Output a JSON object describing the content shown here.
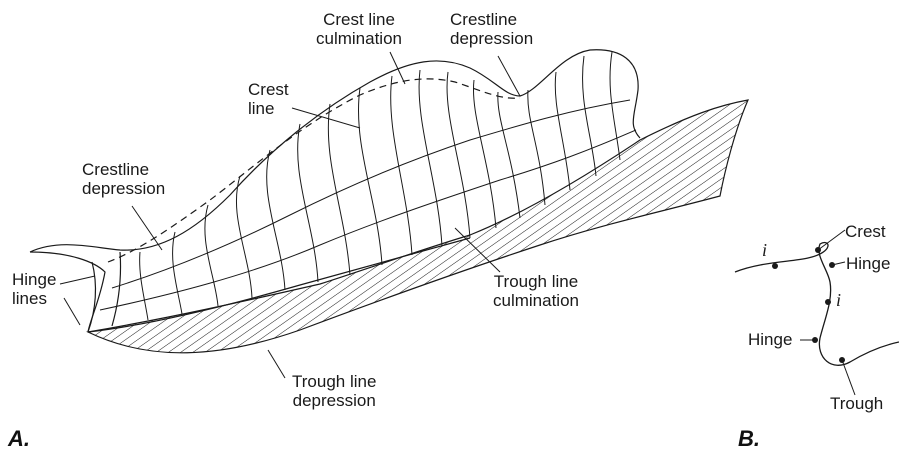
{
  "panel_a": {
    "panel_label": "A.",
    "labels": {
      "crest_line_culmination": [
        "Crest line",
        "culmination"
      ],
      "crestline_depression_top": [
        "Crestline",
        "depression"
      ],
      "crest_line": [
        "Crest",
        "line"
      ],
      "crestline_depression_left": [
        "Crestline",
        "depression"
      ],
      "hinge_lines": [
        "Hinge",
        "lines"
      ],
      "trough_line_culmination": [
        "Trough line",
        "culmination"
      ],
      "trough_line_depression": [
        "Trough line",
        "depression"
      ]
    }
  },
  "panel_b": {
    "panel_label": "B.",
    "labels": {
      "crest": "Crest",
      "hinge_right": "Hinge",
      "hinge_left": "Hinge",
      "trough": "Trough",
      "inflection_1": "i",
      "inflection_2": "i"
    }
  },
  "colors": {
    "ink": "#1a1a1a",
    "background": "#ffffff"
  }
}
